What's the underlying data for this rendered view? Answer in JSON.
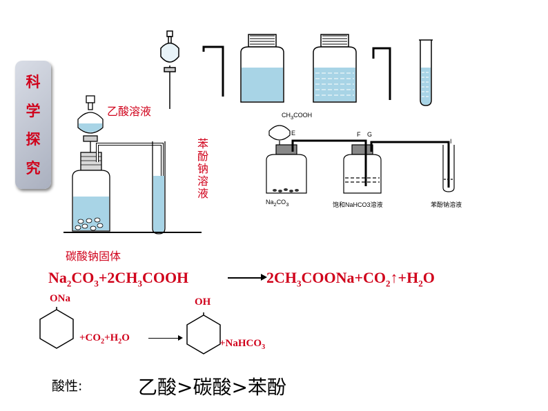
{
  "badge": {
    "chars": [
      "科",
      "学",
      "探",
      "究"
    ]
  },
  "labels": {
    "acetic_solution": "乙酸溶液",
    "phenolate_solution": "苯酚钠溶液",
    "carbonate_solid": "碳酸钠固体"
  },
  "diagram": {
    "top_label": "CH3COOH",
    "letter_e": "E",
    "letter_f": "F",
    "letter_g": "G",
    "letter_i": "I",
    "na2co3": "Na2CO3",
    "nahco3": "饱和NaHCO3溶液",
    "phenolate": "苯酚钠溶液"
  },
  "equation1": {
    "left": "Na2CO3+2CH3COOH",
    "right": "2CH3COONa+CO2↑+H2O"
  },
  "equation2": {
    "reactant_group": "ONa",
    "mid": "+CO2+H2O",
    "product_group": "OH",
    "right": "+NaHCO3"
  },
  "acidity": {
    "label": "酸性:",
    "order": "乙酸>碳酸>苯酚"
  },
  "colors": {
    "accent": "#d0021b",
    "liquid": "#a8d4e6"
  }
}
